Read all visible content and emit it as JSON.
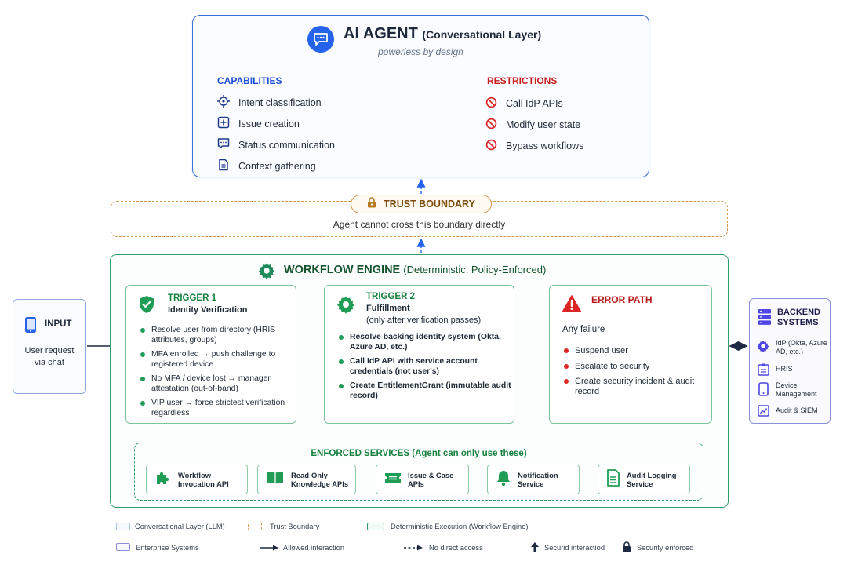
{
  "agent": {
    "title": "AI AGENT",
    "title_suffix": "(Conversational Layer)",
    "subtitle": "powerless by design",
    "capabilities_header": "CAPABILITIES",
    "capabilities": [
      {
        "label": "Intent classification",
        "icon": "crosshair-icon"
      },
      {
        "label": "Issue creation",
        "icon": "plus-square-icon"
      },
      {
        "label": "Status communication",
        "icon": "chat-bubble-icon"
      },
      {
        "label": "Context gathering",
        "icon": "document-icon"
      }
    ],
    "restrictions_header": "RESTRICTIONS",
    "restrictions": [
      {
        "label": "Call IdP APIs",
        "icon": "prohibited-icon"
      },
      {
        "label": "Modify user state",
        "icon": "prohibited-icon"
      },
      {
        "label": "Bypass workflows",
        "icon": "prohibited-icon"
      }
    ]
  },
  "trust": {
    "title": "TRUST BOUNDARY",
    "note": "Agent cannot cross this boundary directly"
  },
  "engine": {
    "title": "WORKFLOW ENGINE",
    "title_suffix": "(Deterministic, Policy-Enforced)",
    "trigger1": {
      "title": "TRIGGER 1",
      "subtitle": "Identity Verification",
      "bullets": [
        "Resolve user from directory (HRIS attributes, groups)",
        "MFA enrolled → push challenge to registered device",
        "No MFA / device lost → manager attestation (out-of-band)",
        "VIP user → force strictest verification regardless"
      ]
    },
    "trigger2": {
      "title": "TRIGGER 2",
      "subtitle": "Fulfillment",
      "subnote": "(only after verification passes)",
      "bullets": [
        "Resolve backing identity system (Okta, Azure AD, etc.)",
        "Call IdP API with service account credentials (not user's)",
        "Create EntitlementGrant (immutable audit record)"
      ]
    },
    "error": {
      "title": "ERROR PATH",
      "lead": "Any failure",
      "bullets": [
        "Suspend user",
        "Escalate to security",
        "Create security incident & audit record"
      ]
    }
  },
  "services": {
    "title": "ENFORCED SERVICES (Agent can only use these)",
    "items": [
      {
        "label": "Workflow Invocation API",
        "icon": "puzzle-icon"
      },
      {
        "label": "Read-Only Knowledge APIs",
        "icon": "book-icon"
      },
      {
        "label": "Issue & Case APIs",
        "icon": "ticket-icon"
      },
      {
        "label": "Notification Service",
        "icon": "bell-icon"
      },
      {
        "label": "Audit Logging Service",
        "icon": "log-document-icon"
      }
    ]
  },
  "input": {
    "title": "INPUT",
    "text": "User request via chat"
  },
  "backend": {
    "title": "BACKEND SYSTEMS",
    "items": [
      {
        "label": "IdP (Okta, Azure AD, etc.)",
        "icon": "gear-icon"
      },
      {
        "label": "HRIS",
        "icon": "id-badge-icon"
      },
      {
        "label": "Device Management",
        "icon": "phone-icon"
      },
      {
        "label": "Audit & SIEM",
        "icon": "chart-icon"
      }
    ]
  },
  "legend": {
    "items": [
      "Conversational Layer (LLM)",
      "Trust Boundary",
      "Deterministic Execution (Workflow Engine)",
      "Enterprise Systems",
      "Allowed interaction",
      "No direct access",
      "Securid interactiod",
      "Security enforced"
    ]
  },
  "colors": {
    "agent_blue": "#3b6fd8",
    "trust_orange": "#d4964a",
    "engine_green": "#2f9a6a",
    "restriction_red": "#dc2626",
    "enterprise_purple": "#8b8fd6"
  }
}
